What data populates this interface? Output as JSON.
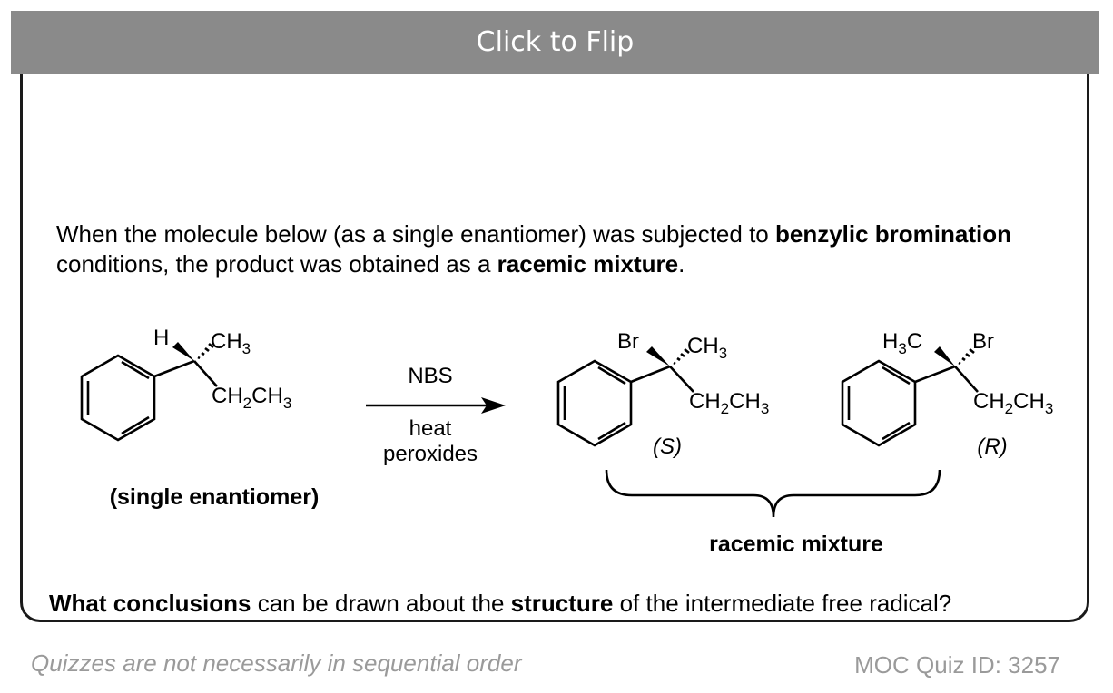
{
  "flip_bar": {
    "label": "Click to Flip"
  },
  "question": {
    "p1": "When the molecule below (as a single enantiomer) was subjected to ",
    "b1": "benzylic bromination",
    "p2": " conditions, the product was obtained as a ",
    "b2": "racemic mixture",
    "p3": "."
  },
  "scheme": {
    "reactant": {
      "h": "H",
      "ch3": "CH",
      "ch3_sub": "3",
      "ch2ch3_a": "CH",
      "ch2ch3_sub1": "2",
      "ch2ch3_b": "CH",
      "ch2ch3_sub2": "3",
      "caption": "(single enantiomer)"
    },
    "arrow": {
      "above": "NBS",
      "below1": "heat",
      "below2": "peroxides"
    },
    "product_s": {
      "br": "Br",
      "ch3": "CH",
      "ch3_sub": "3",
      "ch2ch3_a": "CH",
      "ch2ch3_sub1": "2",
      "ch2ch3_b": "CH",
      "ch2ch3_sub2": "3",
      "label": "(S)"
    },
    "product_r": {
      "h3c_a": "H",
      "h3c_sub": "3",
      "h3c_b": "C",
      "br": "Br",
      "ch2ch3_a": "CH",
      "ch2ch3_sub1": "2",
      "ch2ch3_b": "CH",
      "ch2ch3_sub2": "3",
      "label": "(R)"
    },
    "brace_label": "racemic mixture"
  },
  "closing": {
    "b1": "What conclusions",
    "p1": " can be drawn about the ",
    "b2": "structure",
    "p2": " of the intermediate free radical?"
  },
  "footer": {
    "left": "Quizzes are not necessarily in sequential order",
    "right": "MOC Quiz ID: 3257"
  }
}
